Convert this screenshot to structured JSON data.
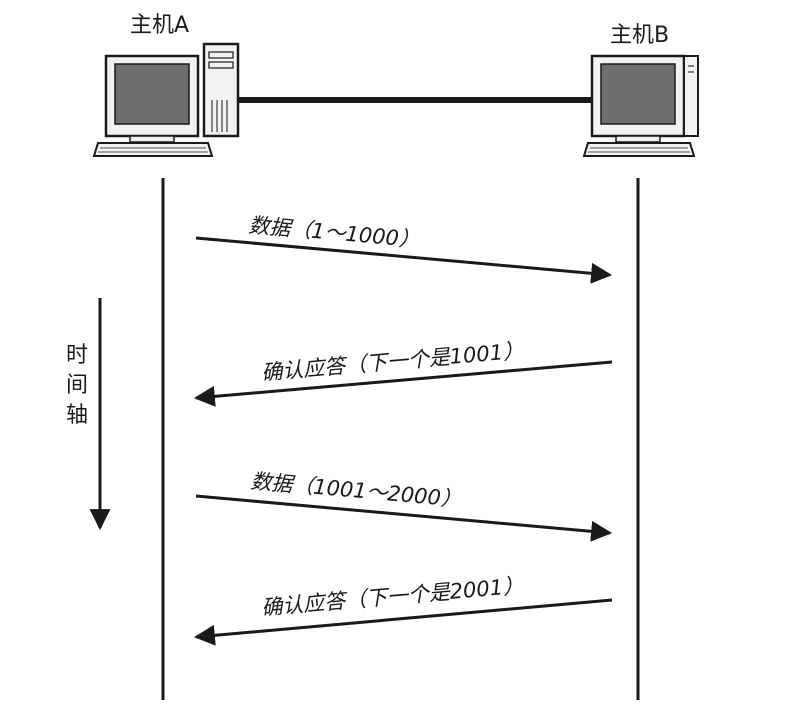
{
  "hosts": {
    "a": {
      "label": "主机A",
      "icon": "desktop-computer-icon"
    },
    "b": {
      "label": "主机B",
      "icon": "desktop-computer-icon"
    }
  },
  "time_axis": {
    "chars": [
      "时",
      "间",
      "轴"
    ]
  },
  "messages": [
    {
      "label": "数据（1～1000）",
      "direction": "A→B"
    },
    {
      "label": "确认应答（下一个是1001）",
      "direction": "B→A"
    },
    {
      "label": "数据（1001～2000）",
      "direction": "A→B"
    },
    {
      "label": "确认应答（下一个是2001）",
      "direction": "B→A"
    }
  ],
  "colors": {
    "ink": "#1a1a1a",
    "screen": "#6e6e6e",
    "body": "#f2f2f2"
  }
}
